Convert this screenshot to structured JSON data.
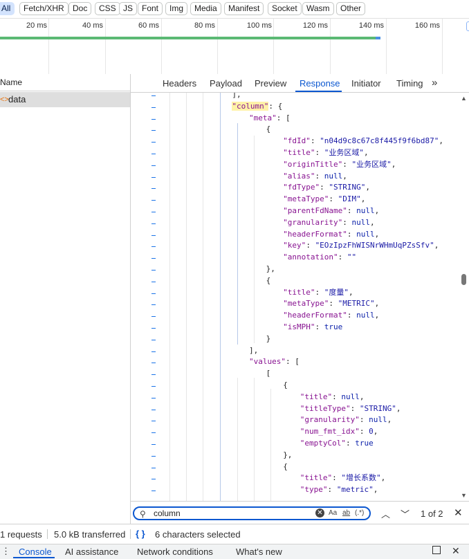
{
  "filters": [
    "All",
    "Fetch/XHR",
    "Doc",
    "CSS",
    "JS",
    "Font",
    "Img",
    "Media",
    "Manifest",
    "Socket",
    "Wasm",
    "Other"
  ],
  "timeline": {
    "ticks": [
      "20 ms",
      "40 ms",
      "60 ms",
      "80 ms",
      "100 ms",
      "120 ms",
      "140 ms",
      "160 ms"
    ]
  },
  "requests": {
    "header": "Name",
    "rows": [
      {
        "name": "data",
        "icon": "json-icon"
      }
    ]
  },
  "tabs": [
    "Headers",
    "Payload",
    "Preview",
    "Response",
    "Initiator",
    "Timing"
  ],
  "selected_tab": "Response",
  "code_lines": [
    {
      "indent": 8,
      "parts": [
        [
          "p",
          "],"
        ]
      ]
    },
    {
      "indent": 8,
      "parts": [
        [
          "hk",
          "\"column\""
        ],
        [
          "p",
          ": {"
        ]
      ]
    },
    {
      "indent": 10,
      "parts": [
        [
          "k",
          "\"meta\""
        ],
        [
          "p",
          ": ["
        ]
      ]
    },
    {
      "indent": 12,
      "parts": [
        [
          "p",
          "{"
        ]
      ]
    },
    {
      "indent": 14,
      "parts": [
        [
          "k",
          "\"fdId\""
        ],
        [
          "p",
          ": "
        ],
        [
          "s",
          "\"n04d9c8c67c8f445f9f6bd87\""
        ],
        [
          "p",
          ","
        ]
      ]
    },
    {
      "indent": 14,
      "parts": [
        [
          "k",
          "\"title\""
        ],
        [
          "p",
          ": "
        ],
        [
          "s",
          "\"业务区域\""
        ],
        [
          "p",
          ","
        ]
      ]
    },
    {
      "indent": 14,
      "parts": [
        [
          "k",
          "\"originTitle\""
        ],
        [
          "p",
          ": "
        ],
        [
          "s",
          "\"业务区域\""
        ],
        [
          "p",
          ","
        ]
      ]
    },
    {
      "indent": 14,
      "parts": [
        [
          "k",
          "\"alias\""
        ],
        [
          "p",
          ": "
        ],
        [
          "kw",
          "null"
        ],
        [
          "p",
          ","
        ]
      ]
    },
    {
      "indent": 14,
      "parts": [
        [
          "k",
          "\"fdType\""
        ],
        [
          "p",
          ": "
        ],
        [
          "s",
          "\"STRING\""
        ],
        [
          "p",
          ","
        ]
      ]
    },
    {
      "indent": 14,
      "parts": [
        [
          "k",
          "\"metaType\""
        ],
        [
          "p",
          ": "
        ],
        [
          "s",
          "\"DIM\""
        ],
        [
          "p",
          ","
        ]
      ]
    },
    {
      "indent": 14,
      "parts": [
        [
          "k",
          "\"parentFdName\""
        ],
        [
          "p",
          ": "
        ],
        [
          "kw",
          "null"
        ],
        [
          "p",
          ","
        ]
      ]
    },
    {
      "indent": 14,
      "parts": [
        [
          "k",
          "\"granularity\""
        ],
        [
          "p",
          ": "
        ],
        [
          "kw",
          "null"
        ],
        [
          "p",
          ","
        ]
      ]
    },
    {
      "indent": 14,
      "parts": [
        [
          "k",
          "\"headerFormat\""
        ],
        [
          "p",
          ": "
        ],
        [
          "kw",
          "null"
        ],
        [
          "p",
          ","
        ]
      ]
    },
    {
      "indent": 14,
      "parts": [
        [
          "k",
          "\"key\""
        ],
        [
          "p",
          ": "
        ],
        [
          "s",
          "\"EOzIpzFhWISNrWHmUqPZsSfv\""
        ],
        [
          "p",
          ","
        ]
      ]
    },
    {
      "indent": 14,
      "parts": [
        [
          "k",
          "\"annotation\""
        ],
        [
          "p",
          ": "
        ],
        [
          "s",
          "\"\""
        ]
      ]
    },
    {
      "indent": 12,
      "parts": [
        [
          "p",
          "},"
        ]
      ]
    },
    {
      "indent": 12,
      "parts": [
        [
          "p",
          "{"
        ]
      ]
    },
    {
      "indent": 14,
      "parts": [
        [
          "k",
          "\"title\""
        ],
        [
          "p",
          ": "
        ],
        [
          "s",
          "\"度量\""
        ],
        [
          "p",
          ","
        ]
      ]
    },
    {
      "indent": 14,
      "parts": [
        [
          "k",
          "\"metaType\""
        ],
        [
          "p",
          ": "
        ],
        [
          "s",
          "\"METRIC\""
        ],
        [
          "p",
          ","
        ]
      ]
    },
    {
      "indent": 14,
      "parts": [
        [
          "k",
          "\"headerFormat\""
        ],
        [
          "p",
          ": "
        ],
        [
          "kw",
          "null"
        ],
        [
          "p",
          ","
        ]
      ]
    },
    {
      "indent": 14,
      "parts": [
        [
          "k",
          "\"isMPH\""
        ],
        [
          "p",
          ": "
        ],
        [
          "kw",
          "true"
        ]
      ]
    },
    {
      "indent": 12,
      "parts": [
        [
          "p",
          "}"
        ]
      ]
    },
    {
      "indent": 10,
      "parts": [
        [
          "p",
          "],"
        ]
      ]
    },
    {
      "indent": 10,
      "parts": [
        [
          "k",
          "\"values\""
        ],
        [
          "p",
          ": ["
        ]
      ]
    },
    {
      "indent": 12,
      "parts": [
        [
          "p",
          "["
        ]
      ]
    },
    {
      "indent": 14,
      "parts": [
        [
          "p",
          "{"
        ]
      ]
    },
    {
      "indent": 16,
      "parts": [
        [
          "k",
          "\"title\""
        ],
        [
          "p",
          ": "
        ],
        [
          "kw",
          "null"
        ],
        [
          "p",
          ","
        ]
      ]
    },
    {
      "indent": 16,
      "parts": [
        [
          "k",
          "\"titleType\""
        ],
        [
          "p",
          ": "
        ],
        [
          "s",
          "\"STRING\""
        ],
        [
          "p",
          ","
        ]
      ]
    },
    {
      "indent": 16,
      "parts": [
        [
          "k",
          "\"granularity\""
        ],
        [
          "p",
          ": "
        ],
        [
          "kw",
          "null"
        ],
        [
          "p",
          ","
        ]
      ]
    },
    {
      "indent": 16,
      "parts": [
        [
          "k",
          "\"num_fmt_idx\""
        ],
        [
          "p",
          ": "
        ],
        [
          "n",
          "0"
        ],
        [
          "p",
          ","
        ]
      ]
    },
    {
      "indent": 16,
      "parts": [
        [
          "k",
          "\"emptyCol\""
        ],
        [
          "p",
          ": "
        ],
        [
          "kw",
          "true"
        ]
      ]
    },
    {
      "indent": 14,
      "parts": [
        [
          "p",
          "},"
        ]
      ]
    },
    {
      "indent": 14,
      "parts": [
        [
          "p",
          "{"
        ]
      ]
    },
    {
      "indent": 16,
      "parts": [
        [
          "k",
          "\"title\""
        ],
        [
          "p",
          ": "
        ],
        [
          "s",
          "\"增长系数\""
        ],
        [
          "p",
          ","
        ]
      ]
    },
    {
      "indent": 16,
      "parts": [
        [
          "k",
          "\"type\""
        ],
        [
          "p",
          ": "
        ],
        [
          "s",
          "\"metric\""
        ],
        [
          "p",
          ","
        ]
      ]
    }
  ],
  "search": {
    "value": "column",
    "match_count": "1 of 2",
    "options": [
      "Aa",
      "ab",
      "(.*)"
    ]
  },
  "status": {
    "requests": "1 requests",
    "transferred": "5.0 kB transferred",
    "selection": "6 characters selected",
    "selection_icon": "{ }"
  },
  "drawer": {
    "tabs": [
      "Console",
      "AI assistance",
      "Network conditions",
      "What's new"
    ],
    "selected": "Console"
  }
}
